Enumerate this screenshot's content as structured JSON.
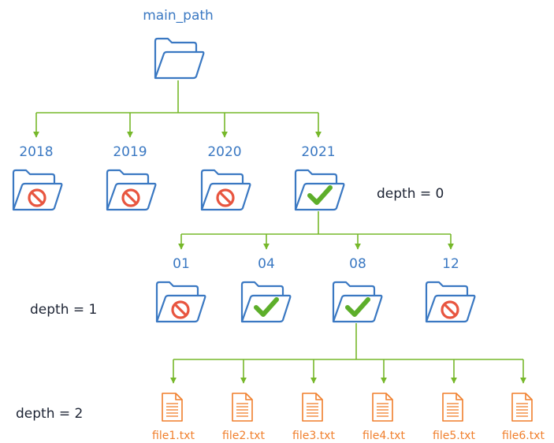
{
  "root": {
    "label": "main_path",
    "icon": "folder-icon"
  },
  "years": [
    {
      "label": "2018",
      "status": "excluded"
    },
    {
      "label": "2019",
      "status": "excluded"
    },
    {
      "label": "2020",
      "status": "excluded"
    },
    {
      "label": "2021",
      "status": "included"
    }
  ],
  "months": [
    {
      "label": "01",
      "status": "excluded"
    },
    {
      "label": "04",
      "status": "included"
    },
    {
      "label": "08",
      "status": "included"
    },
    {
      "label": "12",
      "status": "excluded"
    }
  ],
  "files": [
    {
      "label": "file1.txt"
    },
    {
      "label": "file2.txt"
    },
    {
      "label": "file3.txt"
    },
    {
      "label": "file4.txt"
    },
    {
      "label": "file5.txt"
    },
    {
      "label": "file6.txt"
    }
  ],
  "depth_labels": {
    "depth0": "depth = 0",
    "depth1": "depth = 1",
    "depth2": "depth = 2"
  },
  "colors": {
    "folder": "#3a78c2",
    "connector": "#76b82a",
    "check": "#5dae2a",
    "block": "#e8553f",
    "file": "#f07f2c",
    "label": "#1c2333"
  }
}
